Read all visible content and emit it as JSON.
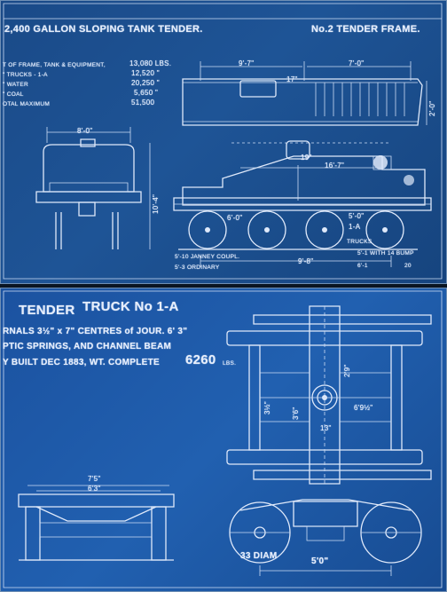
{
  "top_sheet": {
    "title": "2,400 GALLON SLOPING TANK TENDER.",
    "frame_label": "No.2 TENDER FRAME.",
    "weights": [
      {
        "label": "T OF FRAME, TANK & EQUIPMENT,",
        "value": "13,080 LBS."
      },
      {
        "label": "\"   TRUCKS - 1-A",
        "value": "12,520 \""
      },
      {
        "label": "\"   WATER",
        "value": "20,250 \""
      },
      {
        "label": "\"   COAL",
        "value": "5,650 \""
      },
      {
        "label": "OTAL MAXIMUM",
        "value": "51,500"
      }
    ],
    "dims": {
      "plan_a": "9'-7\"",
      "plan_b": "7'-0\"",
      "plan_c": "17\"",
      "plan_d": "2'-0\"",
      "width": "8'-0\"",
      "height": "10'-4\"",
      "collar": "19\"",
      "tank_len": "16'-7\"",
      "wheel": "6'-0\"",
      "side": "5'-0\"",
      "truck": "1-A",
      "trucks": "TRUCKS",
      "base": "9'-8\"",
      "note_left_1": "5'-10 JANNEY COUPL.",
      "note_left_2": "5'-3 ORDINARY",
      "note_right_1": "5'-1 WITH 14 BUMP",
      "note_right_2": "6'-1",
      "note_right_3": "20"
    }
  },
  "bottom_sheet": {
    "title_a": "TENDER",
    "title_b": "TRUCK No 1-A",
    "spec_1": "RNALS 3½\" x 7\"  CENTRES of JOUR. 6' 3\"",
    "spec_2": "PTIC SPRINGS, AND CHANNEL BEAM",
    "spec_3": "Y BUILT DEC 1883, WT. COMPLETE",
    "weight": "6260",
    "weight_unit": "LBS.",
    "dims": {
      "front_a": "7'5\"",
      "front_b": "6'3\"",
      "plan_a": "3'6\"",
      "plan_b": "6'9½\"",
      "plan_c": "13\"",
      "plan_d": "2'9\"",
      "plan_e": "3½\"",
      "wheel_diam": "33 DIAM",
      "wheelbase": "5'0\""
    }
  }
}
